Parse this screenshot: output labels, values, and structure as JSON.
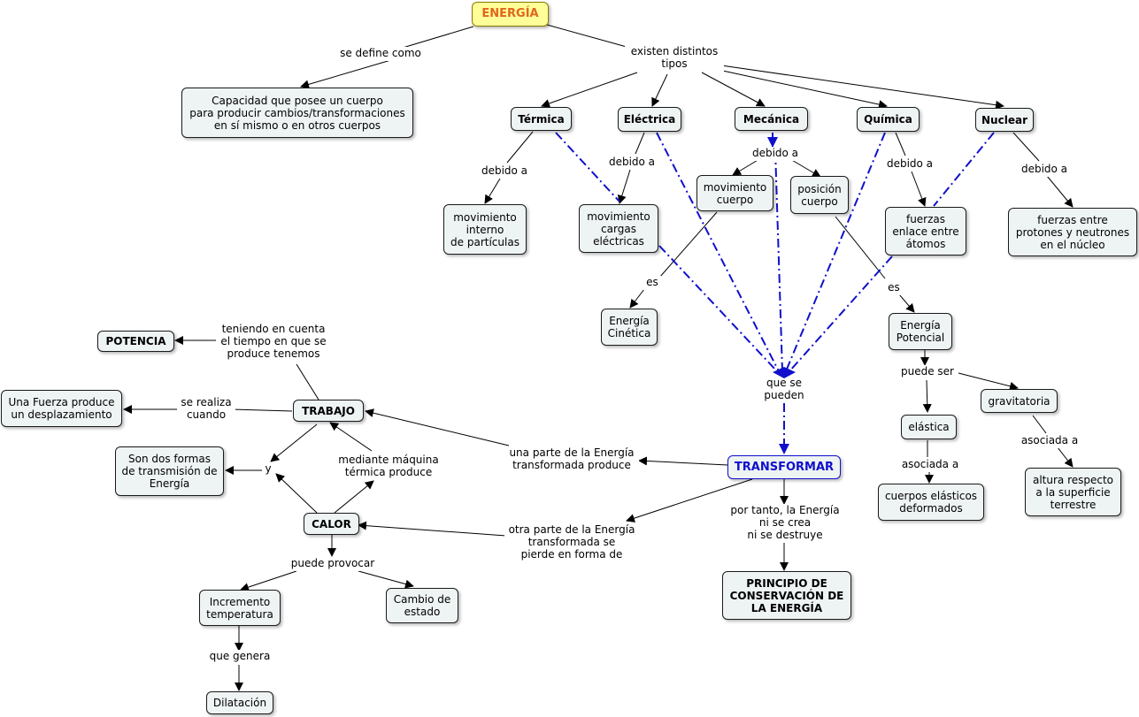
{
  "colors": {
    "root_fill": "#ffff99",
    "root_text": "#e0661a",
    "key_text": "#1010cc",
    "node_fill": "#eef3f3",
    "dash_line": "#1010cc"
  },
  "concepts": {
    "energia": "ENERGÍA",
    "capacidad": "Capacidad que posee un cuerpo\npara producir cambios/transformaciones\nen sí mismo o en otros cuerpos",
    "termica": "Térmica",
    "electrica": "Eléctrica",
    "mecanica": "Mecánica",
    "quimica": "Química",
    "nuclear": "Nuclear",
    "mov_interno": "movimiento\ninterno\nde partículas",
    "mov_cargas": "movimiento\ncargas\neléctricas",
    "mov_cuerpo": "movimiento\ncuerpo",
    "pos_cuerpo": "posición\ncuerpo",
    "fuerzas_enlace": "fuerzas\nenlace entre\nátomos",
    "fuerzas_protones": "fuerzas entre\nprotones y neutrones\nen el núcleo",
    "cinetica": "Energía\nCinética",
    "potencial": "Energía\nPotencial",
    "elastica": "elástica",
    "gravitatoria": "gravitatoria",
    "cuerpos_elasticos": "cuerpos elásticos\ndeformados",
    "altura": "altura respecto\na la superficie\nterrestre",
    "transformar": "TRANSFORMAR",
    "principio": "PRINCIPIO DE\nCONSERVACIÓN DE\nLA ENERGÍA",
    "trabajo": "TRABAJO",
    "calor": "CALOR",
    "potencia": "POTENCIA",
    "fuerza_desp": "Una Fuerza produce\nun desplazamiento",
    "dos_formas": "Son dos formas\nde transmisión de\nEnergía",
    "incremento": "Incremento\ntemperatura",
    "cambio_estado": "Cambio de\nestado",
    "dilatacion": "Dilatación"
  },
  "links": {
    "se_define": "se define como",
    "existen": "existen distintos\ntipos",
    "debido_termica": "debido a",
    "debido_electrica": "debido a",
    "debido_mecanica": "debido a",
    "debido_quimica": "debido a",
    "debido_nuclear": "debido a",
    "es_cinetica": "es",
    "es_potencial": "es",
    "puede_ser": "puede ser",
    "asociada_elastica": "asociada a",
    "asociada_grav": "asociada a",
    "que_pueden": "que se\npueden",
    "por_tanto": "por tanto, la Energía\nni se crea\nni se destruye",
    "una_parte": "una parte de la Energía\ntransformada produce",
    "otra_parte": "otra parte de la Energía\ntransformada se\npierde en forma de",
    "teniendo": "teniendo en cuenta\nel tiempo en que se\nproduce tenemos",
    "se_realiza": "se realiza\ncuando",
    "y": "y",
    "mediante": "mediante máquina\ntérmica produce",
    "puede_provocar": "puede provocar",
    "que_genera": "que genera"
  }
}
